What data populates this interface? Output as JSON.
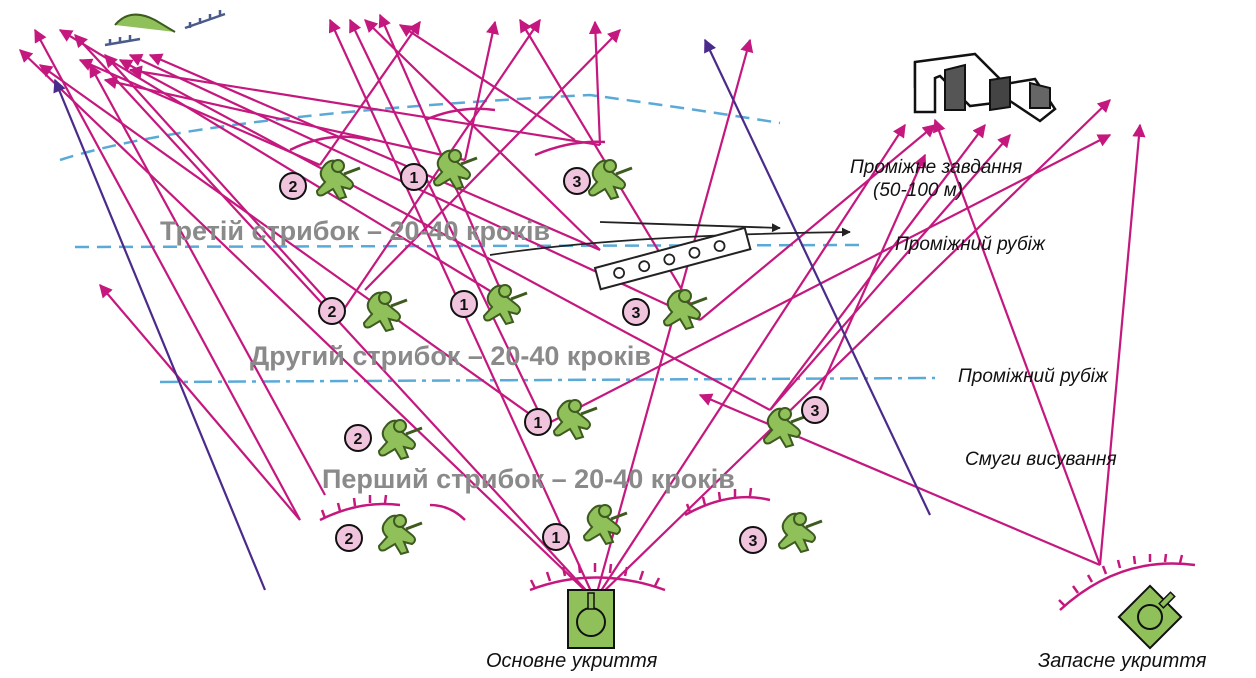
{
  "labels": {
    "intermediate_task": "Проміжне завдання",
    "intermediate_task_range": "(50-100 м)",
    "intermediate_line_1": "Проміжний рубіж",
    "intermediate_line_2": "Проміжний рубіж",
    "advance_lanes": "Смуги висування",
    "main_cover": "Основне укриття",
    "reserve_cover": "Запасне укриття"
  },
  "jumps": {
    "third": "Третій стрибок – 20-40 кроків",
    "second": "Другий стрибок – 20-40 кроків",
    "first": "Перший стрибок – 20-40 кроків"
  },
  "soldier_numbers": [
    "1",
    "2",
    "3"
  ],
  "colors": {
    "fire_line": "#c4187e",
    "fire_line_alt": "#4a2a8a",
    "dash_line": "#5aaad8",
    "soldier": "#8fc05a",
    "soldier_stroke": "#3d5a1f",
    "badge": "#f0c4dc",
    "jump_text": "#8a8a8a",
    "trench": "#c4187e"
  }
}
